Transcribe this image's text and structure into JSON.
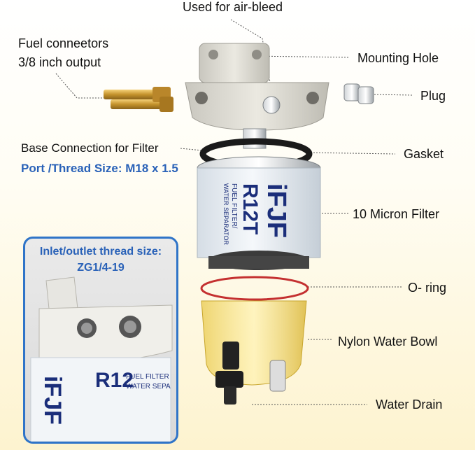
{
  "labels": {
    "air_bleed": "Used for air-bleed",
    "fuel_connectors_1": "Fuel conneetors",
    "fuel_connectors_2": "3/8 inch output",
    "mounting_hole": "Mounting Hole",
    "plug": "Plug",
    "base_connection": "Base Connection for Filter",
    "port_thread": "Port /Thread Size: M18 x 1.5",
    "gasket": "Gasket",
    "micron_filter": "10 Micron Filter",
    "o_ring": "O- ring",
    "nylon_bowl": "Nylon Water Bowl",
    "water_drain": "Water Drain"
  },
  "inset": {
    "title_1": "Inlet/outlet thread size:",
    "title_2": "ZG1/4-19",
    "brand": "iFJF",
    "model": "R12",
    "filter_text_1": "FUEL FILTER",
    "filter_text_2": "WATER SEPA"
  },
  "filter": {
    "brand": "iFJF",
    "model": "R12T",
    "text_1": "FUEL FILTER/",
    "text_2": "WATER SEPARATOR"
  }
}
